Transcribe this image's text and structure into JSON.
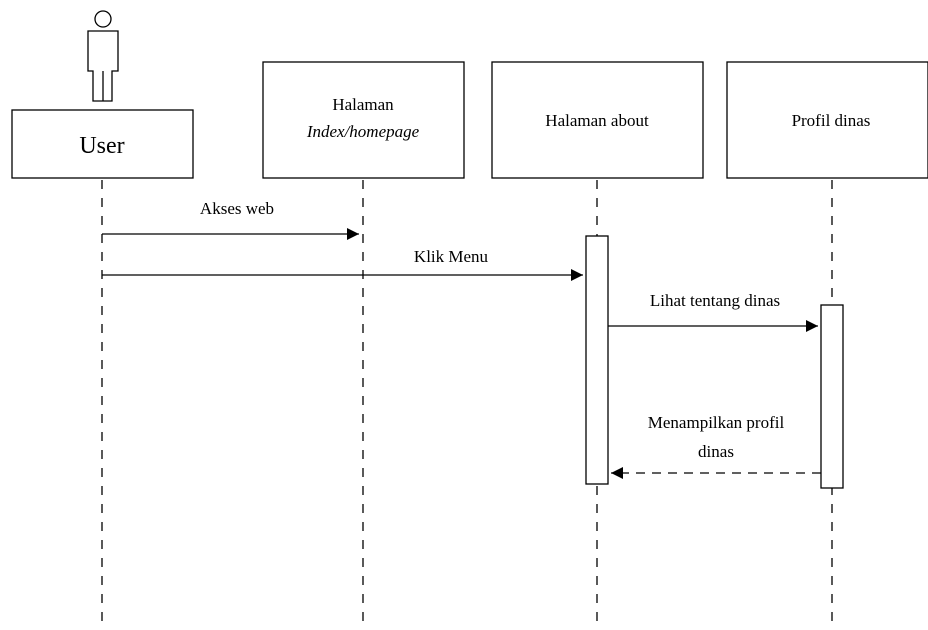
{
  "diagram": {
    "type": "sequence",
    "actor": {
      "label": "User",
      "icon": "person-icon"
    },
    "lifelines": [
      {
        "id": "user",
        "label": "User"
      },
      {
        "id": "index",
        "label_line1": "Halaman",
        "label_line2": "Index/homepage"
      },
      {
        "id": "about",
        "label": "Halaman about"
      },
      {
        "id": "profil",
        "label": "Profil dinas"
      }
    ],
    "messages": [
      {
        "id": "m1",
        "from": "user",
        "to": "index",
        "label": "Akses web",
        "kind": "sync"
      },
      {
        "id": "m2",
        "from": "user",
        "to": "about",
        "label": "Klik Menu",
        "kind": "sync"
      },
      {
        "id": "m3",
        "from": "about",
        "to": "profil",
        "label": "Lihat tentang dinas",
        "kind": "sync"
      },
      {
        "id": "m4",
        "from": "profil",
        "to": "about",
        "label_line1": "Menampilkan profil",
        "label_line2": "dinas",
        "kind": "return"
      }
    ]
  }
}
